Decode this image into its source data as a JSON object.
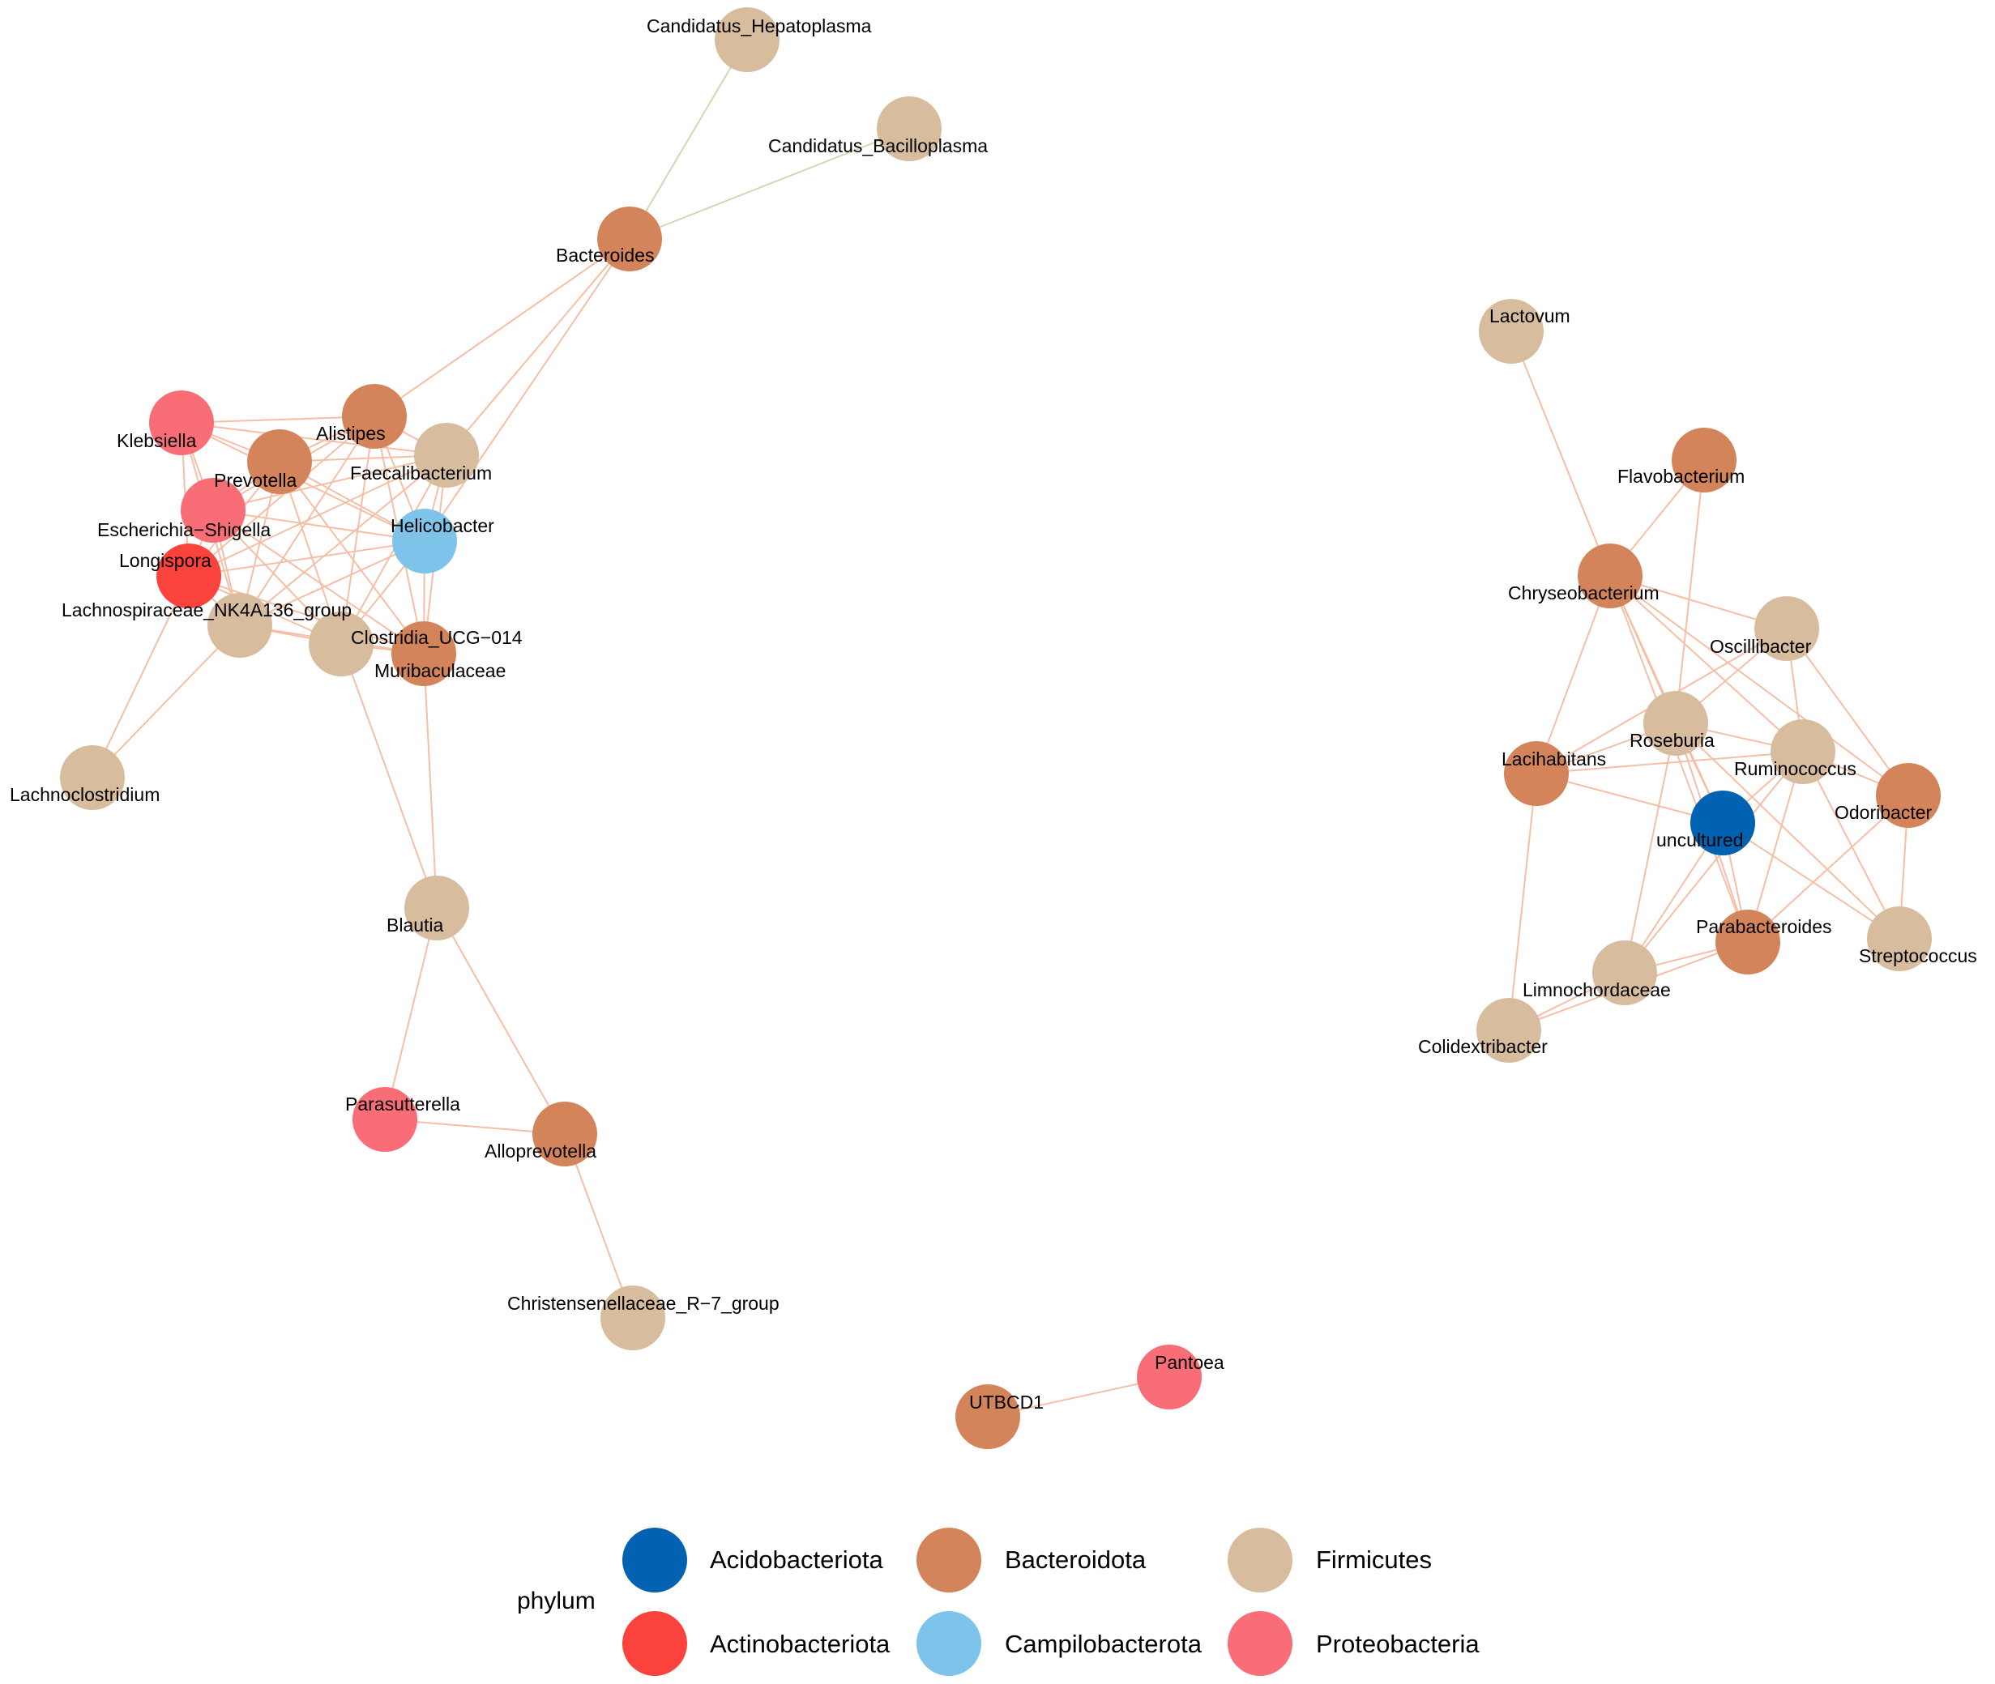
{
  "phylum_colors": {
    "Acidobacteriota": "#0262b2",
    "Actinobacteriota": "#fb423c",
    "Bacteroidota": "#d4845a",
    "Campilobacterota": "#7ec4ea",
    "Firmicutes": "#d8bc9e",
    "Proteobacteria": "#f96e76"
  },
  "edge_colors": {
    "default": "#f5bfa6",
    "green": "#c8deb0"
  },
  "nodes": [
    {
      "id": "Candidatus_Hepatoplasma",
      "phylum": "Firmicutes"
    },
    {
      "id": "Candidatus_Bacilloplasma",
      "phylum": "Firmicutes"
    },
    {
      "id": "Bacteroides",
      "phylum": "Bacteroidota"
    },
    {
      "id": "Klebsiella",
      "phylum": "Proteobacteria"
    },
    {
      "id": "Alistipes",
      "phylum": "Bacteroidota"
    },
    {
      "id": "Prevotella",
      "phylum": "Bacteroidota"
    },
    {
      "id": "Faecalibacterium",
      "phylum": "Firmicutes"
    },
    {
      "id": "Escherichia−Shigella",
      "phylum": "Proteobacteria"
    },
    {
      "id": "Helicobacter",
      "phylum": "Campilobacterota"
    },
    {
      "id": "Longispora",
      "phylum": "Actinobacteriota"
    },
    {
      "id": "Lachnospiraceae_NK4A136_group",
      "phylum": "Firmicutes"
    },
    {
      "id": "Clostridia_UCG−014",
      "phylum": "Firmicutes"
    },
    {
      "id": "Muribaculaceae",
      "phylum": "Bacteroidota"
    },
    {
      "id": "Lachnoclostridium",
      "phylum": "Firmicutes"
    },
    {
      "id": "Blautia",
      "phylum": "Firmicutes"
    },
    {
      "id": "Parasutterella",
      "phylum": "Proteobacteria"
    },
    {
      "id": "Alloprevotella",
      "phylum": "Bacteroidota"
    },
    {
      "id": "Christensenellaceae_R−7_group",
      "phylum": "Firmicutes"
    },
    {
      "id": "Pantoea",
      "phylum": "Proteobacteria"
    },
    {
      "id": "UTBCD1",
      "phylum": "Bacteroidota"
    },
    {
      "id": "Lactovum",
      "phylum": "Firmicutes"
    },
    {
      "id": "Flavobacterium",
      "phylum": "Bacteroidota"
    },
    {
      "id": "Chryseobacterium",
      "phylum": "Bacteroidota"
    },
    {
      "id": "Oscillibacter",
      "phylum": "Firmicutes"
    },
    {
      "id": "Roseburia",
      "phylum": "Firmicutes"
    },
    {
      "id": "Ruminococcus",
      "phylum": "Firmicutes"
    },
    {
      "id": "Lacihabitans",
      "phylum": "Bacteroidota"
    },
    {
      "id": "Odoribacter",
      "phylum": "Bacteroidota"
    },
    {
      "id": "uncultured",
      "phylum": "Acidobacteriota"
    },
    {
      "id": "Parabacteroides",
      "phylum": "Bacteroidota"
    },
    {
      "id": "Streptococcus",
      "phylum": "Firmicutes"
    },
    {
      "id": "Limnochordaceae",
      "phylum": "Firmicutes"
    },
    {
      "id": "Colidextribacter",
      "phylum": "Firmicutes"
    }
  ],
  "edges": [
    [
      "Candidatus_Hepatoplasma",
      "Bacteroides",
      "green"
    ],
    [
      "Candidatus_Bacilloplasma",
      "Bacteroides",
      "green"
    ],
    [
      "Bacteroides",
      "Alistipes"
    ],
    [
      "Bacteroides",
      "Faecalibacterium"
    ],
    [
      "Bacteroides",
      "Helicobacter"
    ],
    [
      "Klebsiella",
      "Prevotella"
    ],
    [
      "Klebsiella",
      "Escherichia−Shigella"
    ],
    [
      "Klebsiella",
      "Alistipes"
    ],
    [
      "Klebsiella",
      "Longispora"
    ],
    [
      "Klebsiella",
      "Lachnospiraceae_NK4A136_group"
    ],
    [
      "Klebsiella",
      "Faecalibacterium"
    ],
    [
      "Klebsiella",
      "Helicobacter"
    ],
    [
      "Prevotella",
      "Alistipes"
    ],
    [
      "Prevotella",
      "Escherichia−Shigella"
    ],
    [
      "Prevotella",
      "Longispora"
    ],
    [
      "Prevotella",
      "Lachnospiraceae_NK4A136_group"
    ],
    [
      "Prevotella",
      "Clostridia_UCG−014"
    ],
    [
      "Prevotella",
      "Muribaculaceae"
    ],
    [
      "Prevotella",
      "Helicobacter"
    ],
    [
      "Prevotella",
      "Faecalibacterium"
    ],
    [
      "Alistipes",
      "Faecalibacterium"
    ],
    [
      "Alistipes",
      "Helicobacter"
    ],
    [
      "Alistipes",
      "Escherichia−Shigella"
    ],
    [
      "Alistipes",
      "Longispora"
    ],
    [
      "Alistipes",
      "Lachnospiraceae_NK4A136_group"
    ],
    [
      "Alistipes",
      "Clostridia_UCG−014"
    ],
    [
      "Alistipes",
      "Muribaculaceae"
    ],
    [
      "Faecalibacterium",
      "Helicobacter"
    ],
    [
      "Faecalibacterium",
      "Escherichia−Shigella"
    ],
    [
      "Faecalibacterium",
      "Longispora"
    ],
    [
      "Faecalibacterium",
      "Lachnospiraceae_NK4A136_group"
    ],
    [
      "Faecalibacterium",
      "Clostridia_UCG−014"
    ],
    [
      "Faecalibacterium",
      "Muribaculaceae"
    ],
    [
      "Escherichia−Shigella",
      "Longispora"
    ],
    [
      "Escherichia−Shigella",
      "Helicobacter"
    ],
    [
      "Escherichia−Shigella",
      "Lachnospiraceae_NK4A136_group"
    ],
    [
      "Escherichia−Shigella",
      "Clostridia_UCG−014"
    ],
    [
      "Escherichia−Shigella",
      "Muribaculaceae"
    ],
    [
      "Helicobacter",
      "Longispora"
    ],
    [
      "Helicobacter",
      "Lachnospiraceae_NK4A136_group"
    ],
    [
      "Helicobacter",
      "Clostridia_UCG−014"
    ],
    [
      "Helicobacter",
      "Muribaculaceae"
    ],
    [
      "Longispora",
      "Lachnospiraceae_NK4A136_group"
    ],
    [
      "Longispora",
      "Clostridia_UCG−014"
    ],
    [
      "Longispora",
      "Muribaculaceae"
    ],
    [
      "Lachnospiraceae_NK4A136_group",
      "Clostridia_UCG−014"
    ],
    [
      "Lachnospiraceae_NK4A136_group",
      "Muribaculaceae"
    ],
    [
      "Lachnospiraceae_NK4A136_group",
      "Lachnoclostridium"
    ],
    [
      "Longispora",
      "Lachnoclostridium"
    ],
    [
      "Clostridia_UCG−014",
      "Muribaculaceae"
    ],
    [
      "Clostridia_UCG−014",
      "Blautia"
    ],
    [
      "Muribaculaceae",
      "Blautia"
    ],
    [
      "Blautia",
      "Parasutterella"
    ],
    [
      "Blautia",
      "Alloprevotella"
    ],
    [
      "Parasutterella",
      "Alloprevotella"
    ],
    [
      "Alloprevotella",
      "Christensenellaceae_R−7_group"
    ],
    [
      "UTBCD1",
      "Pantoea"
    ],
    [
      "Lactovum",
      "Chryseobacterium"
    ],
    [
      "Flavobacterium",
      "Chryseobacterium"
    ],
    [
      "Flavobacterium",
      "Roseburia"
    ],
    [
      "Chryseobacterium",
      "Oscillibacter"
    ],
    [
      "Chryseobacterium",
      "Roseburia"
    ],
    [
      "Chryseobacterium",
      "Ruminococcus"
    ],
    [
      "Chryseobacterium",
      "Lacihabitans"
    ],
    [
      "Chryseobacterium",
      "uncultured"
    ],
    [
      "Chryseobacterium",
      "Parabacteroides"
    ],
    [
      "Chryseobacterium",
      "Odoribacter"
    ],
    [
      "Oscillibacter",
      "Roseburia"
    ],
    [
      "Oscillibacter",
      "Ruminococcus"
    ],
    [
      "Oscillibacter",
      "Odoribacter"
    ],
    [
      "Oscillibacter",
      "Lacihabitans"
    ],
    [
      "Roseburia",
      "Ruminococcus"
    ],
    [
      "Roseburia",
      "Lacihabitans"
    ],
    [
      "Roseburia",
      "uncultured"
    ],
    [
      "Roseburia",
      "Parabacteroides"
    ],
    [
      "Roseburia",
      "Limnochordaceae"
    ],
    [
      "Roseburia",
      "Streptococcus"
    ],
    [
      "Ruminococcus",
      "uncultured"
    ],
    [
      "Ruminococcus",
      "Lacihabitans"
    ],
    [
      "Ruminococcus",
      "Odoribacter"
    ],
    [
      "Ruminococcus",
      "Parabacteroides"
    ],
    [
      "Ruminococcus",
      "Limnochordaceae"
    ],
    [
      "Ruminococcus",
      "Streptococcus"
    ],
    [
      "Lacihabitans",
      "uncultured"
    ],
    [
      "Lacihabitans",
      "Colidextribacter"
    ],
    [
      "Odoribacter",
      "Streptococcus"
    ],
    [
      "Odoribacter",
      "Parabacteroides"
    ],
    [
      "uncultured",
      "Parabacteroides"
    ],
    [
      "uncultured",
      "Streptococcus"
    ],
    [
      "uncultured",
      "Limnochordaceae"
    ],
    [
      "Parabacteroides",
      "Limnochordaceae"
    ],
    [
      "Parabacteroides",
      "Colidextribacter"
    ],
    [
      "Limnochordaceae",
      "Colidextribacter"
    ]
  ],
  "legend": {
    "title": "phylum",
    "items": [
      "Acidobacteriota",
      "Actinobacteriota",
      "Bacteroidota",
      "Campilobacterota",
      "Firmicutes",
      "Proteobacteria"
    ]
  }
}
